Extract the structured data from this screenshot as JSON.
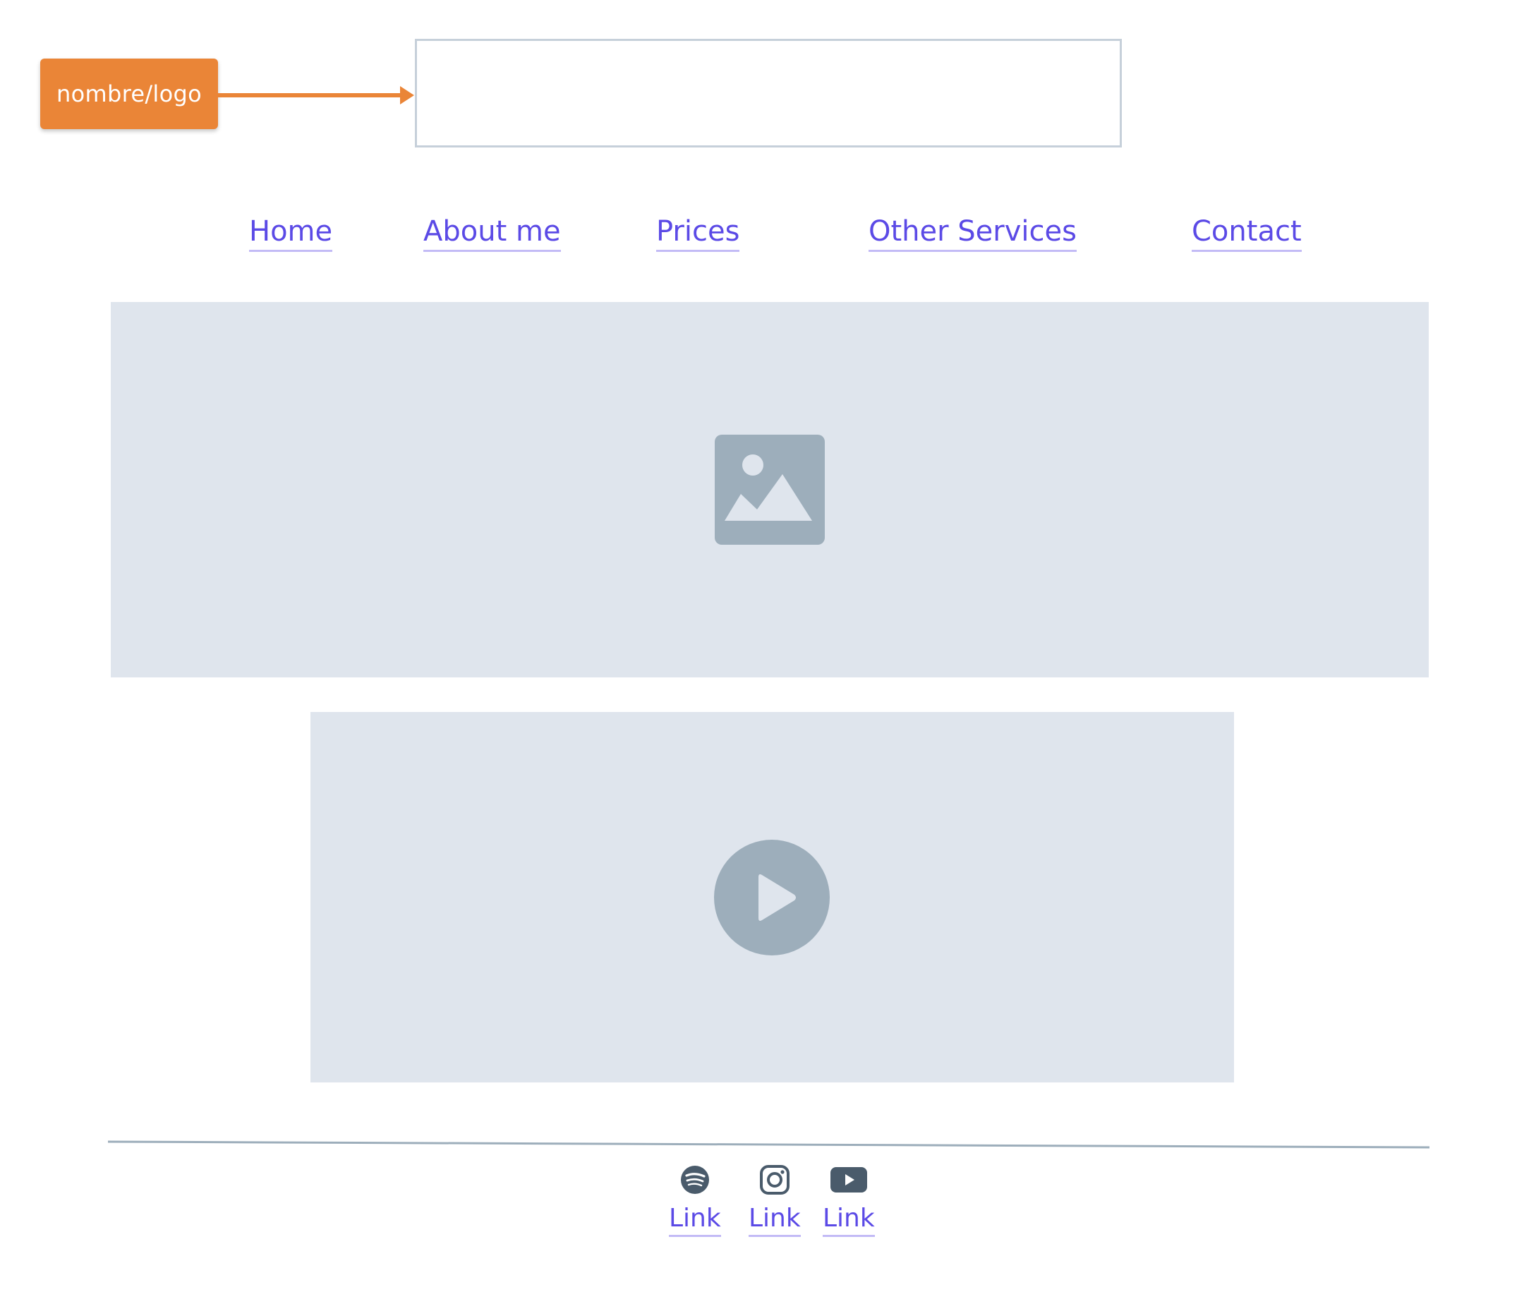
{
  "annotation": {
    "label": "nombre/logo",
    "color": "#ea8537"
  },
  "nav": {
    "items": [
      {
        "label": "Home"
      },
      {
        "label": "About me"
      },
      {
        "label": "Prices"
      },
      {
        "label": "Other Services"
      },
      {
        "label": "Contact"
      }
    ],
    "link_color": "#5b4ae6"
  },
  "media": {
    "image_icon": "image-placeholder-icon",
    "video_icon": "play-icon",
    "placeholder_color": "#dfe5ed",
    "icon_color": "#9daebb"
  },
  "footer": {
    "social": [
      {
        "icon": "spotify-icon",
        "label": "Link"
      },
      {
        "icon": "instagram-icon",
        "label": "Link"
      },
      {
        "icon": "youtube-icon",
        "label": "Link"
      }
    ]
  }
}
